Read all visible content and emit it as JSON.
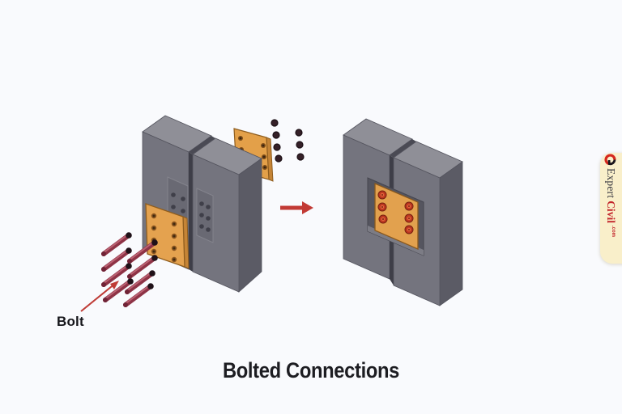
{
  "title": "Bolted Connections",
  "labels": {
    "bolt": "Bolt"
  },
  "badge": {
    "brand_primary": "Expert",
    "brand_secondary": "Civil",
    "domain_suffix": ".com",
    "background": "#f9efca",
    "primary_text_color": "#3b3b42",
    "secondary_text_color": "#c2242a"
  },
  "diagram": {
    "views": [
      "exploded connection",
      "assembled connection"
    ],
    "loose_bolts": 8,
    "installed_bolt_heads": 6,
    "front_splice_plate_holes": 8,
    "members_per_view": 2
  },
  "icons": [
    "expertcivil-logo-icon",
    "direction-arrow-icon",
    "bolt-pointer-arrow-icon"
  ],
  "colors": {
    "background": "#f9fafd",
    "member_top_face": "#8f8f97",
    "member_front_face": "#74747e",
    "member_side_face": "#5b5b65",
    "seam_shadow": "#3e3e48",
    "recess": "#55555f",
    "splice_plate": "#e4a24f",
    "plate_edge": "#8f5d1e",
    "bolt_shaft": "#8e3346",
    "bolt_head_dark": "#1f1118",
    "installed_bolt_head": "#bc3620",
    "arrow_red": "#c23a35",
    "text": "#1d1d22"
  }
}
